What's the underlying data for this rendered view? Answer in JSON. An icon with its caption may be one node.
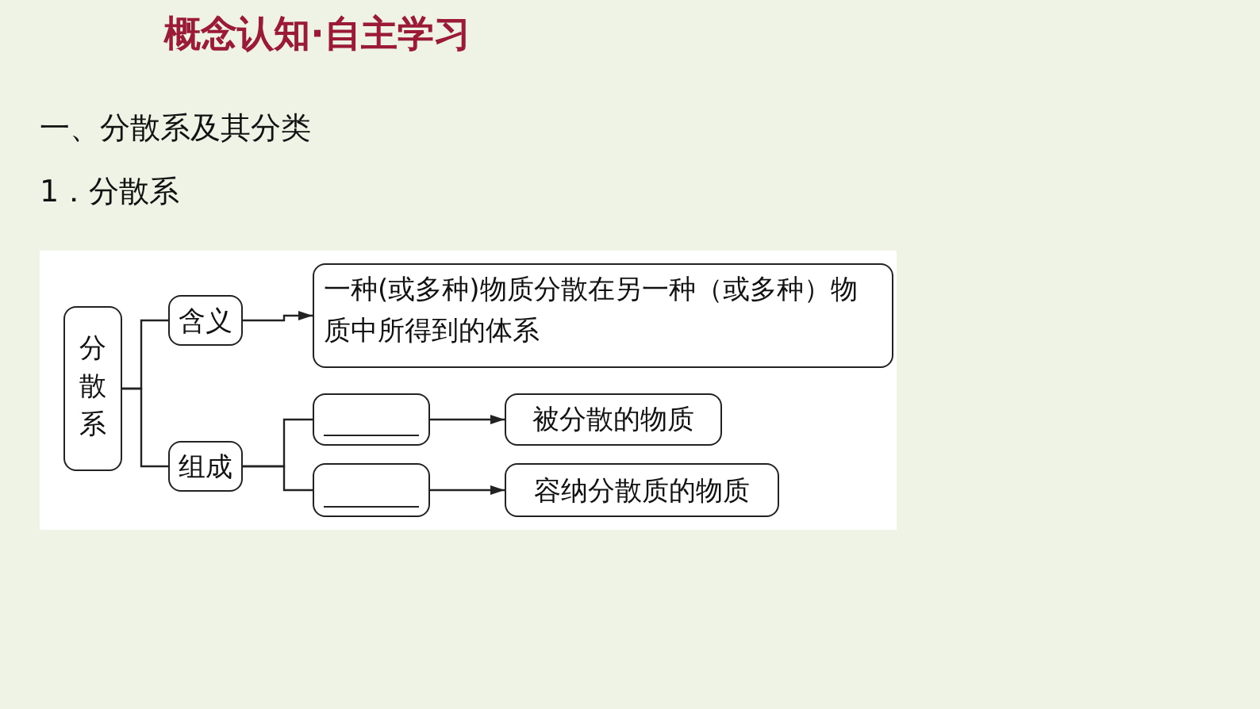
{
  "diagram": {
    "title": "概念认知·自主学习",
    "labels": [
      "一、分散系及其分类",
      "1．分散系"
    ],
    "nodes": [
      {
        "text": [
          "分散系"
        ]
      },
      {
        "text": [
          "含义"
        ]
      },
      {
        "text": [
          "一种(或多种)物质分散在另一种（或多种）物质中所得到的体系"
        ]
      },
      {
        "text": [
          "组成"
        ]
      },
      {
        "text": [],
        "shape": "box"
      },
      {
        "text": [
          "被分散的物质"
        ]
      },
      {
        "text": [],
        "shape": "box"
      },
      {
        "text": [
          "容纳分散质的物质"
        ]
      }
    ],
    "edges": [
      {
        "from": 0,
        "to": 1,
        "arrow": "none"
      },
      {
        "from": 0,
        "to": 3,
        "arrow": "none"
      },
      {
        "from": 1,
        "to": 2,
        "arrow": "to"
      },
      {
        "from": 3,
        "to": 4,
        "arrow": "none"
      },
      {
        "from": 3,
        "to": 6,
        "arrow": "none"
      },
      {
        "from": 4,
        "to": 5,
        "arrow": "to"
      },
      {
        "from": 6,
        "to": 7,
        "arrow": "to"
      }
    ]
  }
}
